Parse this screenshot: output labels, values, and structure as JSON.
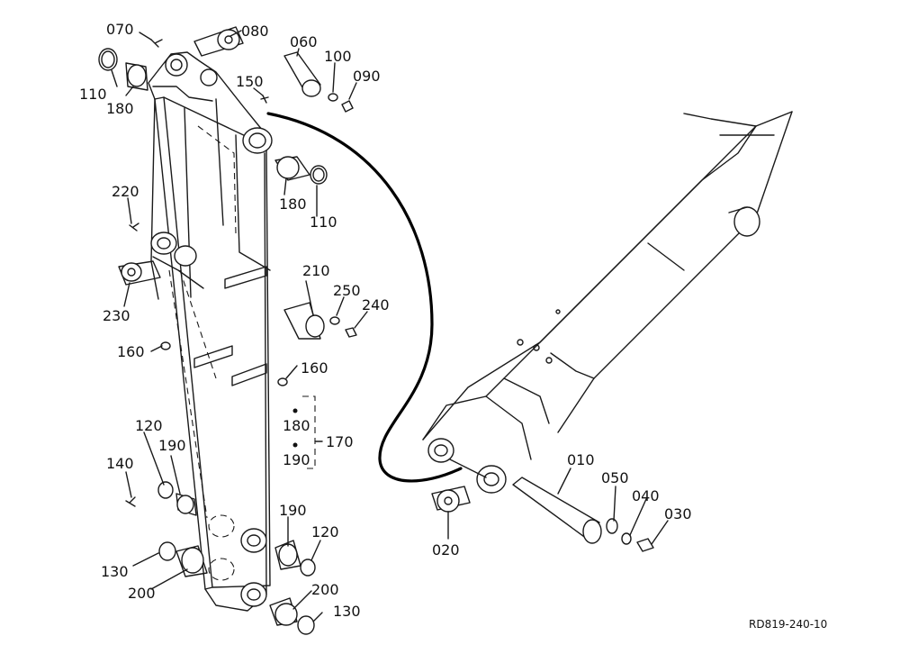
{
  "drawing_code": "RD819-240-10",
  "parts": [
    {
      "id": "p070",
      "label": "070"
    },
    {
      "id": "p080",
      "label": "080"
    },
    {
      "id": "p060",
      "label": "060"
    },
    {
      "id": "p110a",
      "label": "110"
    },
    {
      "id": "p100",
      "label": "100"
    },
    {
      "id": "p090",
      "label": "090"
    },
    {
      "id": "p180a",
      "label": "180"
    },
    {
      "id": "p150",
      "label": "150"
    },
    {
      "id": "p180b",
      "label": "180"
    },
    {
      "id": "p110b",
      "label": "110"
    },
    {
      "id": "p220",
      "label": "220"
    },
    {
      "id": "p210",
      "label": "210"
    },
    {
      "id": "p250",
      "label": "250"
    },
    {
      "id": "p240",
      "label": "240"
    },
    {
      "id": "p230",
      "label": "230"
    },
    {
      "id": "p160a",
      "label": "160"
    },
    {
      "id": "p160b",
      "label": "160"
    },
    {
      "id": "p180c",
      "label": "180"
    },
    {
      "id": "p170",
      "label": "170"
    },
    {
      "id": "p190a",
      "label": "190"
    },
    {
      "id": "p120a",
      "label": "120"
    },
    {
      "id": "p190b",
      "label": "190"
    },
    {
      "id": "p140",
      "label": "140"
    },
    {
      "id": "p010",
      "label": "010"
    },
    {
      "id": "p050",
      "label": "050"
    },
    {
      "id": "p040",
      "label": "040"
    },
    {
      "id": "p030",
      "label": "030"
    },
    {
      "id": "p190c",
      "label": "190"
    },
    {
      "id": "p120b",
      "label": "120"
    },
    {
      "id": "p020",
      "label": "020"
    },
    {
      "id": "p130a",
      "label": "130"
    },
    {
      "id": "p200a",
      "label": "200"
    },
    {
      "id": "p200b",
      "label": "200"
    },
    {
      "id": "p130b",
      "label": "130"
    }
  ]
}
